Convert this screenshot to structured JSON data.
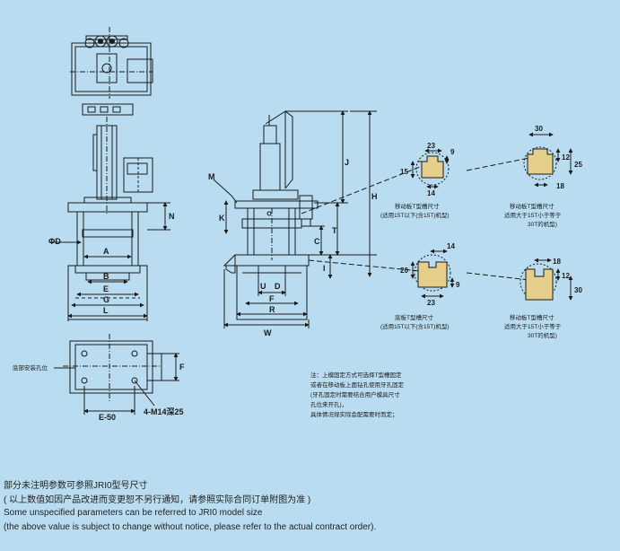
{
  "palette": {
    "background": "#b9dcf0",
    "line": "#1b1b1b",
    "hatch": "#1b1b1b",
    "slot_fill": "#e6cf8a"
  },
  "front_view": {
    "dim_labels": {
      "D": "ΦD",
      "A": "A",
      "B": "B",
      "E": "E",
      "G": "G",
      "L": "L",
      "N": "N"
    }
  },
  "bottom_view": {
    "dim_labels": {
      "E50": "E-50",
      "F": "F",
      "M14": "4-M14深25"
    },
    "hole_note": "底部安装孔位"
  },
  "side_view": {
    "dim_labels": {
      "M": "M",
      "J": "J",
      "H": "H",
      "C": "C",
      "T": "T",
      "K": "K",
      "I": "I",
      "U": "U",
      "D2": "D",
      "F": "F",
      "R": "R",
      "W": "W"
    }
  },
  "t_slots": {
    "top_left": {
      "dims": [
        "23",
        "9",
        "15",
        "14"
      ],
      "caption1": "移动板T型槽尺寸",
      "caption2": "(适用15T以下(含15T)机型)"
    },
    "top_right": {
      "dims": [
        "30",
        "12",
        "25",
        "18"
      ],
      "caption1": "移动板T型槽尺寸",
      "caption2": "适用大于15T小于等于",
      "caption3": "30T的机型)"
    },
    "bot_left": {
      "dims": [
        "14",
        "20",
        "23",
        "9"
      ],
      "caption1": "底板T型槽尺寸",
      "caption2": "(适用15T以下(含15T)机型)"
    },
    "bot_right": {
      "dims": [
        "18",
        "12",
        "30"
      ],
      "caption1": "移动板T型槽尺寸",
      "caption2": "适用大于15T小于等于",
      "caption3": "30T的机型)"
    }
  },
  "note": {
    "lines": [
      "注：上模固定方式可选择T型槽固定",
      "或者在移动板上面钻孔使用牙孔固定",
      "(牙孔固定时需要结合用户模具尺寸",
      "孔位来开孔)，",
      "具体情况视实际会配需要时而定；"
    ]
  },
  "footer": {
    "line1": "部分未注明参数可参照JRI0型号尺寸",
    "line2": "( 以上数值如因产品改进而变更恕不另行通知，请参照实际合同订单附图为准 )",
    "line3": "Some unspecified parameters can be referred to JRI0 model size",
    "line4": "(the above value is subject to change without notice, please refer to the actual contract order)."
  }
}
